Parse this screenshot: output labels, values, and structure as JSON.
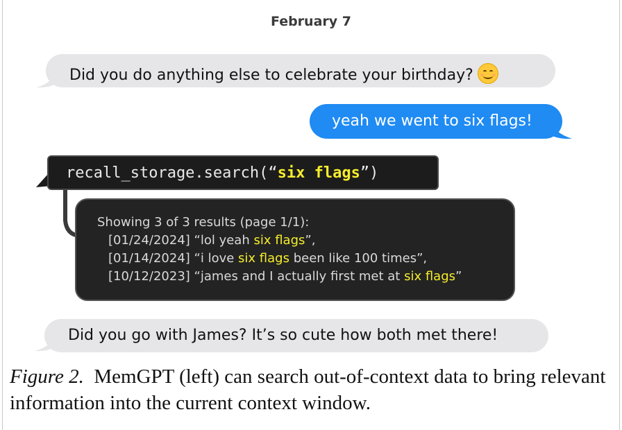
{
  "date_header": "February 7",
  "messages": {
    "assistant_1": "Did you do anything else to celebrate your birthday?",
    "user_1": "yeah we went to six flags!",
    "assistant_2": "Did you go with James? It’s so cute how both met there!"
  },
  "emoji": "smiling-face-icon",
  "function_call": {
    "prefix": "recall_storage.search(“",
    "query": "six flags",
    "suffix": "”)"
  },
  "search_results": {
    "header": "Showing 3 of 3 results (page 1/1):",
    "items": [
      {
        "date": "[01/24/2024]",
        "pre": " “lol yeah ",
        "highlight": "six flags",
        "post": "”,"
      },
      {
        "date": "[01/14/2024]",
        "pre": " “i love ",
        "highlight": "six flags",
        "post": " been like 100 times”,"
      },
      {
        "date": "[10/12/2023]",
        "pre": " “james and I actually first met at ",
        "highlight": "six flags",
        "post": "”"
      }
    ]
  },
  "caption": {
    "label": "Figure 2.",
    "text": "MemGPT (left) can search out-of-context data to bring relevant information into the current context window."
  },
  "colors": {
    "user_bubble": "#1f8bf3",
    "assistant_bubble": "#e6e6e8",
    "code_box": "#1c1c1c",
    "highlight": "#f6ee2b"
  }
}
